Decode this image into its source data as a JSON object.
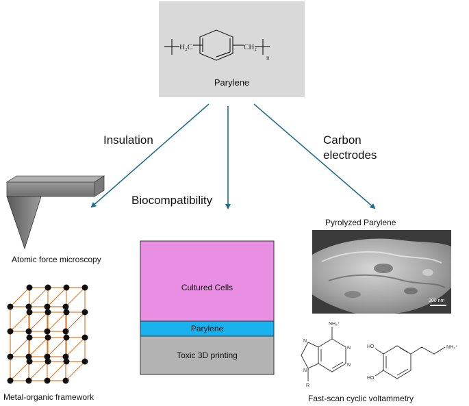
{
  "top": {
    "name": "Parylene",
    "formula": {
      "left_group": "H₂C",
      "right_group": "CH₂",
      "subscript": "n"
    }
  },
  "branches": {
    "left": "Insulation",
    "middle": "Biocompatibility",
    "right_line1": "Carbon",
    "right_line2": "electrodes"
  },
  "left_panel": {
    "afm_label": "Atomic force microscopy",
    "mof_label": "Metal-organic framework"
  },
  "middle_panel": {
    "layers": [
      {
        "label": "Cultured Cells",
        "color": "#e88fe3"
      },
      {
        "label": "Parylene",
        "color": "#19b2ef"
      },
      {
        "label": "Toxic 3D printing",
        "color": "#b3b3b3"
      }
    ]
  },
  "right_panel": {
    "sem_title": "Pyrolyzed Parylene",
    "scale_bar": "200 nm",
    "molecule1": {
      "amine": "NH₂⁺",
      "ring_n": "N",
      "r_group": "R"
    },
    "molecule2": {
      "hydroxyl": "HO",
      "amine": "NH₃⁺"
    },
    "fscv_label": "Fast-scan cyclic voltammetry"
  },
  "colors": {
    "arrow": "#1f6e8f",
    "box": "#d9d9d9",
    "lattice": "#e07b2a",
    "node": "#111111"
  }
}
